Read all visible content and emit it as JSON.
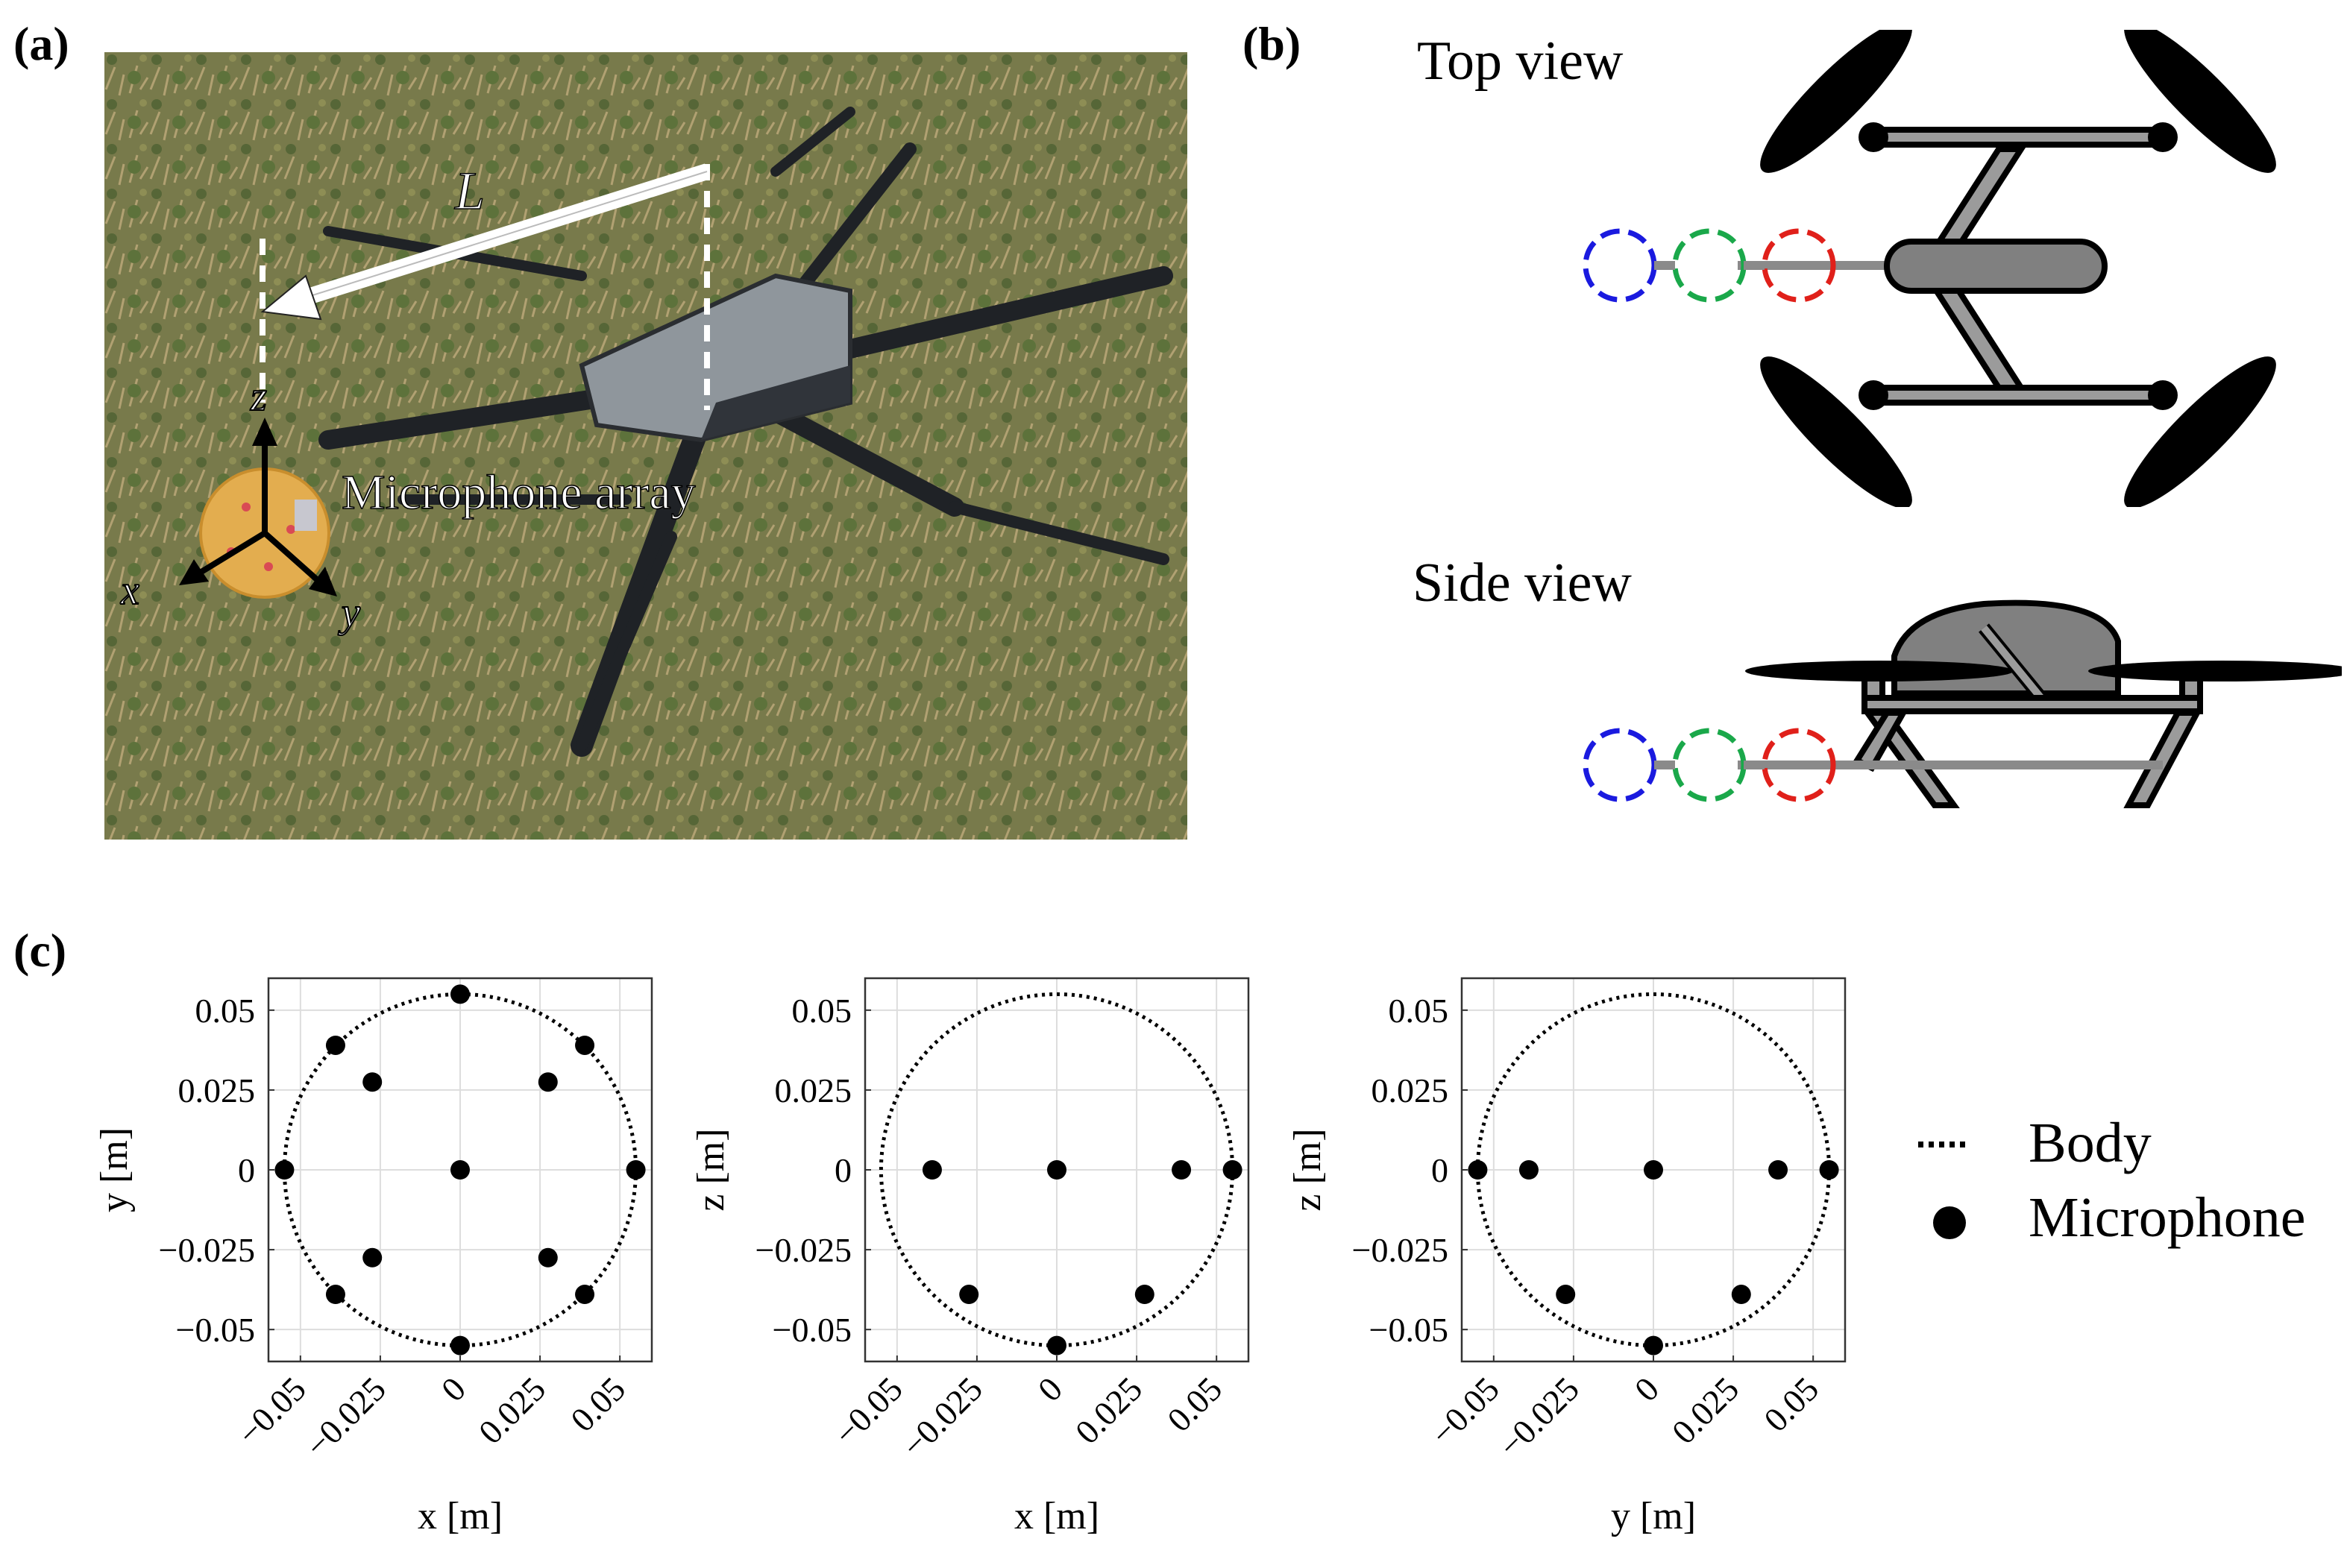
{
  "panels": {
    "a": {
      "open": "(",
      "letter": "a",
      "close": ")"
    },
    "b": {
      "open": "(",
      "letter": "b",
      "close": ")"
    },
    "c": {
      "open": "(",
      "letter": "c",
      "close": ")"
    }
  },
  "photo": {
    "label_L": "L",
    "label_array": "Microphone array",
    "axis_x": "x",
    "axis_y": "y",
    "axis_z": "z"
  },
  "diagram": {
    "top_view": "Top view",
    "side_view": "Side view",
    "circle_colors": [
      "#1a1adf",
      "#1aa84a",
      "#e0201a"
    ]
  },
  "legend": {
    "body": "Body",
    "microphone": "Microphone"
  },
  "chart_data": [
    {
      "type": "scatter",
      "xlabel": "x [m]",
      "ylabel": "y [m]",
      "xlim": [
        -0.06,
        0.06
      ],
      "ylim": [
        -0.06,
        0.06
      ],
      "xticks": [
        -0.05,
        -0.025,
        0,
        0.025,
        0.05
      ],
      "yticks": [
        -0.05,
        -0.025,
        0,
        0.025,
        0.05
      ],
      "xtick_labels": [
        "−0.05",
        "−0.025",
        "0",
        "0.025",
        "0.05"
      ],
      "ytick_labels": [
        "−0.05",
        "−0.025",
        "0",
        "0.025",
        "0.05"
      ],
      "grid": true,
      "series": [
        {
          "name": "Body",
          "kind": "circle",
          "radius": 0.055
        },
        {
          "name": "Microphone",
          "x": [
            0,
            0.039,
            0.055,
            0.039,
            0,
            -0.039,
            -0.055,
            -0.039,
            0.0275,
            -0.0275,
            0.0275,
            -0.0275,
            0
          ],
          "y": [
            0.055,
            0.039,
            0,
            -0.039,
            -0.055,
            -0.039,
            0,
            0.039,
            0.0275,
            0.0275,
            -0.0275,
            -0.0275,
            0
          ]
        }
      ]
    },
    {
      "type": "scatter",
      "xlabel": "x [m]",
      "ylabel": "z [m]",
      "xlim": [
        -0.06,
        0.06
      ],
      "ylim": [
        -0.06,
        0.06
      ],
      "xticks": [
        -0.05,
        -0.025,
        0,
        0.025,
        0.05
      ],
      "yticks": [
        -0.05,
        -0.025,
        0,
        0.025,
        0.05
      ],
      "xtick_labels": [
        "−0.05",
        "−0.025",
        "0",
        "0.025",
        "0.05"
      ],
      "ytick_labels": [
        "−0.05",
        "−0.025",
        "0",
        "0.025",
        "0.05"
      ],
      "grid": true,
      "series": [
        {
          "name": "Body",
          "kind": "circle",
          "radius": 0.055
        },
        {
          "name": "Microphone",
          "x": [
            -0.039,
            0,
            0.039,
            0.055,
            -0.0275,
            0.0275,
            0
          ],
          "y": [
            0,
            0,
            0,
            0,
            -0.039,
            -0.039,
            -0.055
          ]
        }
      ]
    },
    {
      "type": "scatter",
      "xlabel": "y [m]",
      "ylabel": "z [m]",
      "xlim": [
        -0.06,
        0.06
      ],
      "ylim": [
        -0.06,
        0.06
      ],
      "xticks": [
        -0.05,
        -0.025,
        0,
        0.025,
        0.05
      ],
      "yticks": [
        -0.05,
        -0.025,
        0,
        0.025,
        0.05
      ],
      "xtick_labels": [
        "−0.05",
        "−0.025",
        "0",
        "0.025",
        "0.05"
      ],
      "ytick_labels": [
        "−0.05",
        "−0.025",
        "0",
        "0.025",
        "0.05"
      ],
      "grid": true,
      "series": [
        {
          "name": "Body",
          "kind": "circle",
          "radius": 0.055
        },
        {
          "name": "Microphone",
          "x": [
            -0.055,
            -0.039,
            0,
            0.039,
            0.055,
            -0.0275,
            0.0275,
            0
          ],
          "y": [
            0,
            0,
            0,
            0,
            0,
            -0.039,
            -0.039,
            -0.055
          ]
        }
      ]
    }
  ]
}
